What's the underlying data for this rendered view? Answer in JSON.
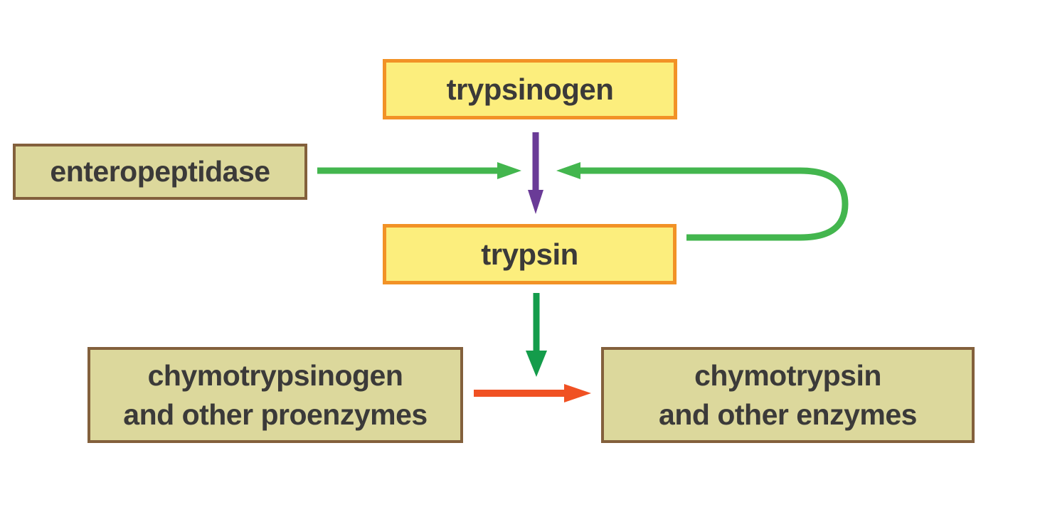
{
  "diagram": {
    "nodes": {
      "trypsinogen": {
        "label": "trypsinogen",
        "style": "yellow-orange"
      },
      "enteropeptidase": {
        "label": "enteropeptidase",
        "style": "tan-brown"
      },
      "trypsin": {
        "label": "trypsin",
        "style": "yellow-orange"
      },
      "chymotrypsinogen": {
        "line1": "chymotrypsinogen",
        "line2": "and other proenzymes",
        "style": "tan-brown"
      },
      "chymotrypsin": {
        "line1": "chymotrypsin",
        "line2": "and other enzymes",
        "style": "tan-brown"
      }
    },
    "edges": [
      {
        "id": "trypsinogen-to-trypsin",
        "from": "trypsinogen",
        "to": "trypsin",
        "color": "purple",
        "direction": "down"
      },
      {
        "id": "enteropeptidase-to-conversion",
        "from": "enteropeptidase",
        "to": "trypsinogen-to-trypsin arrow",
        "color": "green",
        "direction": "right"
      },
      {
        "id": "trypsin-feedback-to-conversion",
        "from": "trypsin",
        "to": "trypsinogen-to-trypsin arrow",
        "color": "green",
        "direction": "loop-right-then-left"
      },
      {
        "id": "trypsin-to-bottom-conversion",
        "from": "trypsin",
        "to": "proenzymes-to-enzymes arrow",
        "color": "green-dark",
        "direction": "down"
      },
      {
        "id": "proenzymes-to-enzymes",
        "from": "chymotrypsinogen and other proenzymes",
        "to": "chymotrypsin and other enzymes",
        "color": "red",
        "direction": "right"
      }
    ]
  },
  "colors": {
    "background": "#FFFFFF",
    "text": "#3B3A39",
    "yellow-fill": "#FCEE7D",
    "orange-border": "#F29226",
    "tan-fill": "#DCD89C",
    "brown-border": "#83603C",
    "green": "#43B64E",
    "green-dark": "#149C4B",
    "purple": "#6A3B97",
    "red": "#F05123"
  }
}
